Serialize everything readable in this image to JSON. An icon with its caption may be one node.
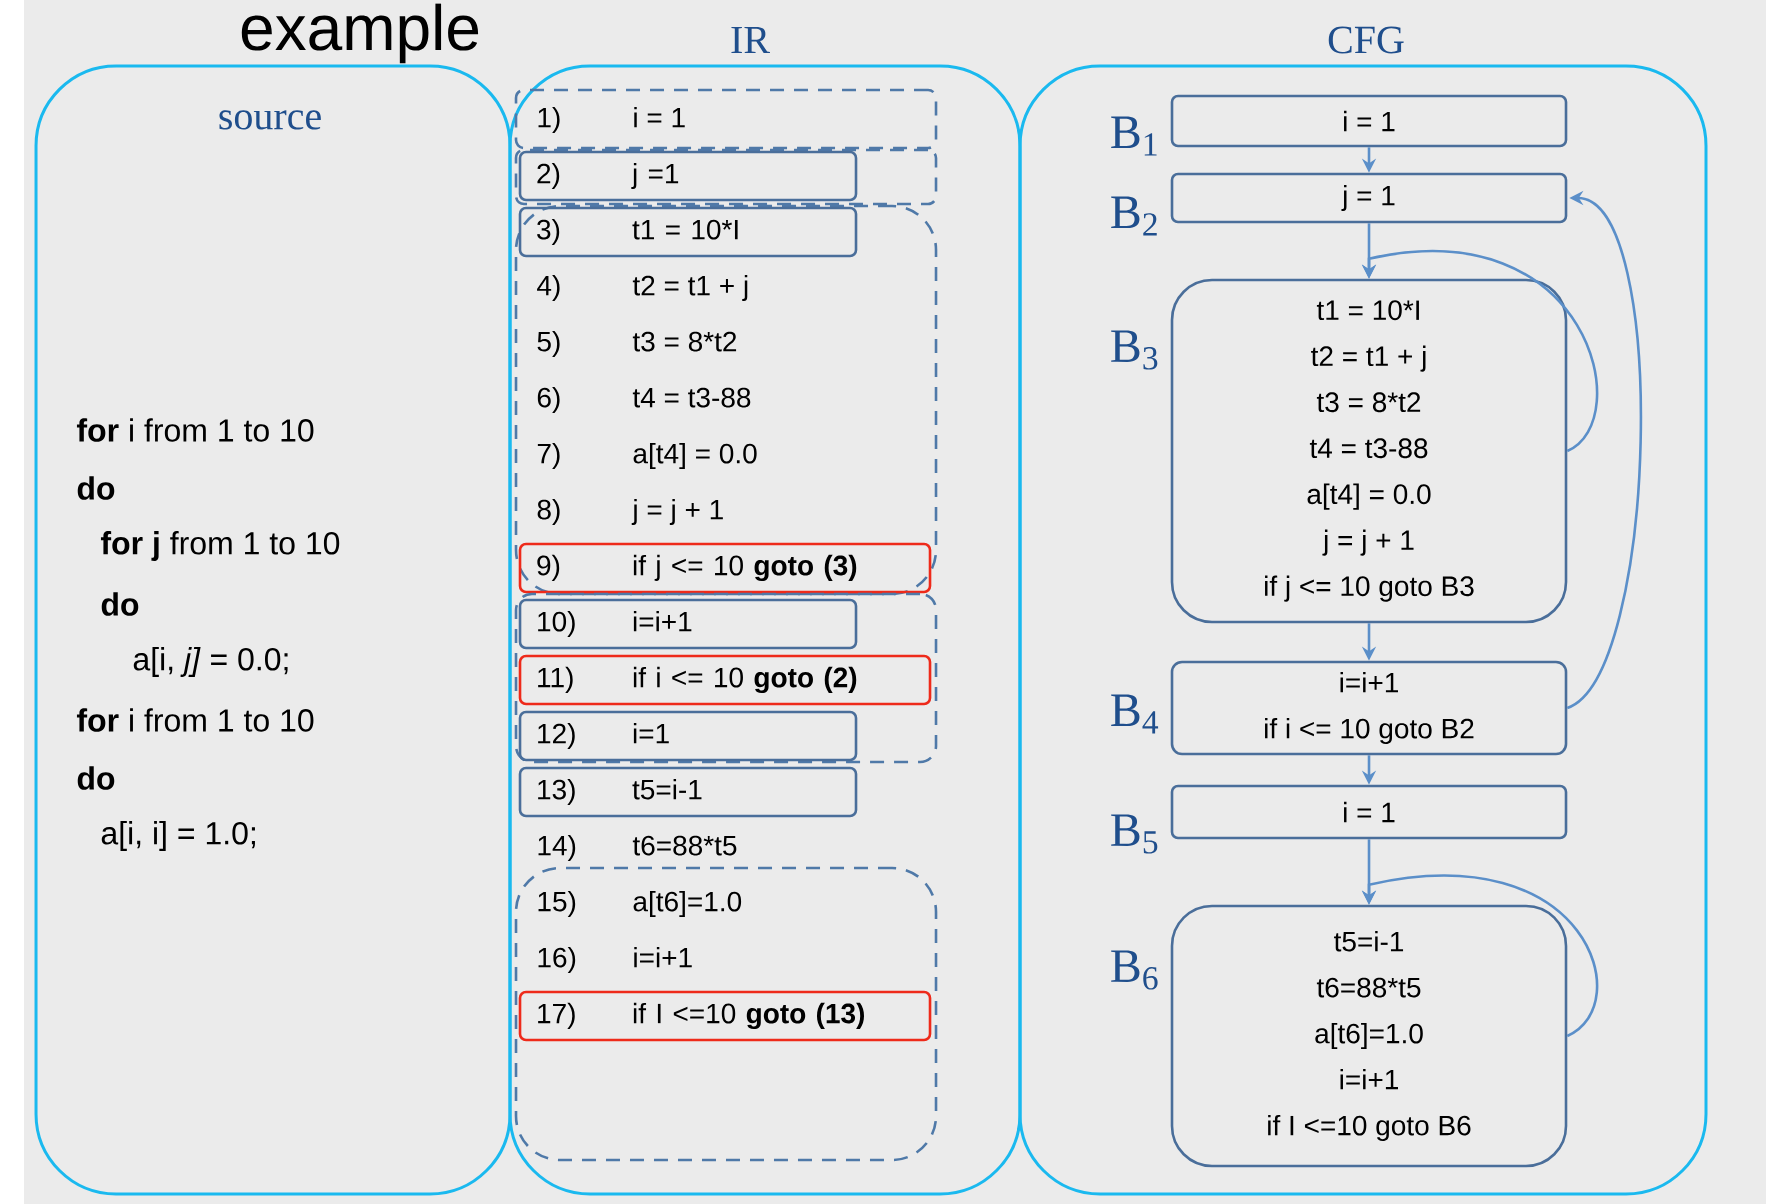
{
  "diagram": {
    "title": "example",
    "nodes": [
      {
        "text": [
          "source",
          "**for** i from 1 to 10",
          "**do**",
          "**for j** from 1 to 10",
          "**do**",
          "a[i, *j]* = 0.0;",
          "**for** i from 1 to 10",
          "**do**",
          "a[i, i] = 1.0;"
        ]
      },
      {
        "text": [
          "IR",
          "14)",
          "t6=88*t5"
        ]
      },
      {
        "text": [
          "CFG"
        ]
      },
      {
        "text": [
          "1)",
          "i = 1"
        ],
        "in": 1
      },
      {
        "text": [],
        "shape": "box",
        "in": 1
      },
      {
        "text": [
          "2)",
          "j =1"
        ],
        "in": 4
      },
      {
        "text": [
          "4)",
          "t2 = t1 + j",
          "5)",
          "t3 = 8*t2",
          "6)",
          "t4 = t3-88",
          "7)",
          "a[t4] = 0.0",
          "8)",
          "j = j + 1"
        ],
        "in": 1
      },
      {
        "text": [
          "3)",
          "t1 = 10*I"
        ],
        "in": 6
      },
      {
        "text": [
          "9)",
          "if j <= 10 **goto (3)**"
        ],
        "in": 6
      },
      {
        "text": [],
        "shape": "box",
        "in": 1
      },
      {
        "text": [
          "10)",
          "i=i+1"
        ],
        "in": 9
      },
      {
        "text": [
          "11)",
          "if i <= 10 **goto (2)**"
        ],
        "in": 9
      },
      {
        "text": [
          "12)",
          "i=1"
        ],
        "in": 9
      },
      {
        "text": [
          "13)",
          "t5=i-1"
        ],
        "in": 1
      },
      {
        "text": [
          "15)",
          "a[t6]=1.0",
          "16)",
          "i=i+1"
        ],
        "in": 1
      },
      {
        "text": [
          "17)",
          "if I <=10 **goto (13)**"
        ],
        "in": 14
      },
      {
        "text": [
          "i = 1"
        ],
        "beside": [
          "B$_{1}$"
        ],
        "in": 2
      },
      {
        "text": [
          "j = 1"
        ],
        "beside": [
          "B$_{2}$"
        ],
        "in": 2
      },
      {
        "text": [
          "t1 = 10*I",
          "t2 = t1 + j",
          "t3 = 8*t2",
          "t4 = t3-88",
          "a[t4] = 0.0",
          "j = j + 1",
          "if j <= 10 goto B3"
        ],
        "beside": [
          "B$_{3}$"
        ],
        "in": 2
      },
      {
        "text": [
          "i=i+1",
          "if i <= 10 goto B2"
        ],
        "beside": [
          "B$_{4}$"
        ],
        "in": 2
      },
      {
        "text": [
          "i = 1"
        ],
        "beside": [
          "B$_{5}$"
        ],
        "in": 2
      },
      {
        "text": [
          "t5=i-1",
          "t6=88*t5",
          "a[t6]=1.0",
          "i=i+1",
          "if I <=10 goto B6"
        ],
        "beside": [
          "B$_{6}$"
        ],
        "in": 2
      }
    ],
    "edges": [
      {
        "from": 16,
        "to": 17,
        "arrow": "to"
      },
      {
        "from": 17,
        "to": 18,
        "arrow": "to"
      },
      {
        "from": 18,
        "to": 18,
        "arrow": "to"
      },
      {
        "from": 18,
        "to": 19,
        "arrow": "to"
      },
      {
        "from": 19,
        "to": 17,
        "arrow": "to"
      },
      {
        "from": 19,
        "to": 20,
        "arrow": "to"
      },
      {
        "from": 20,
        "to": 21,
        "arrow": "to"
      },
      {
        "from": 21,
        "to": 21,
        "arrow": "to"
      }
    ]
  }
}
